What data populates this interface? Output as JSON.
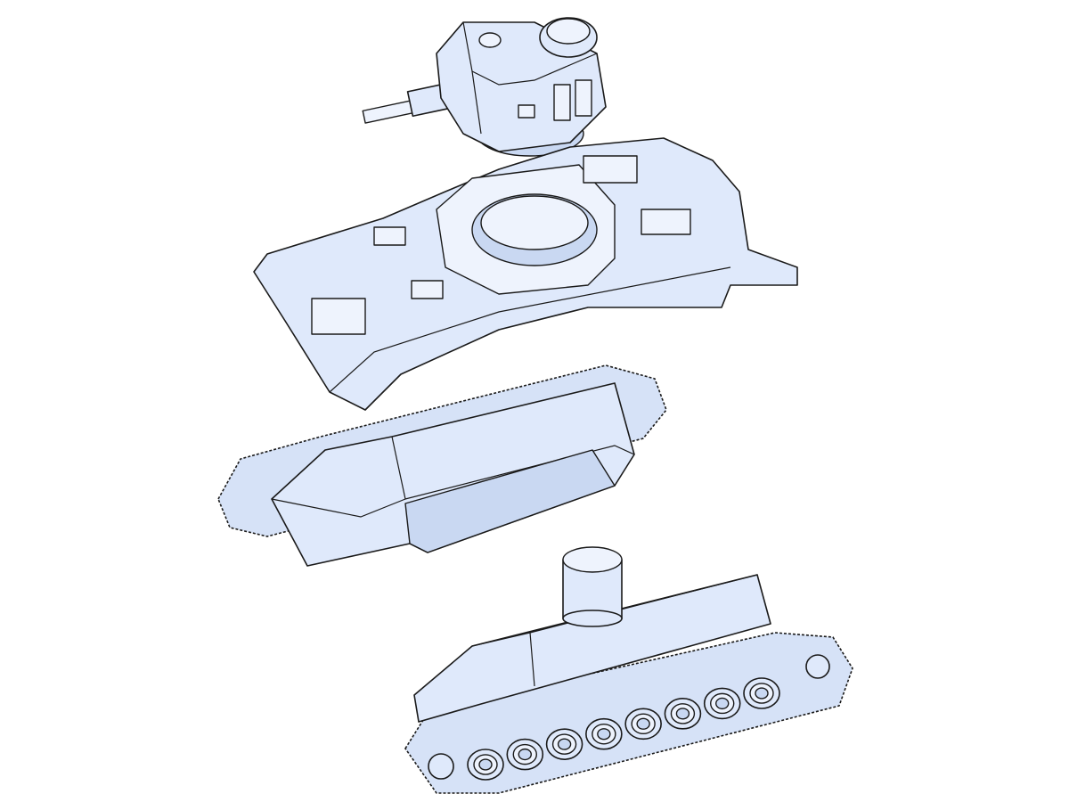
{
  "scene": {
    "colors": {
      "surface": "#dfe9fb",
      "shade": "#c9d8f2",
      "edge": "#1a1a1a",
      "background": "#ffffff"
    },
    "parts": [
      "turret",
      "hull",
      "upper-track-assembly",
      "lower-track-assembly"
    ],
    "road_wheel_count": 8
  }
}
